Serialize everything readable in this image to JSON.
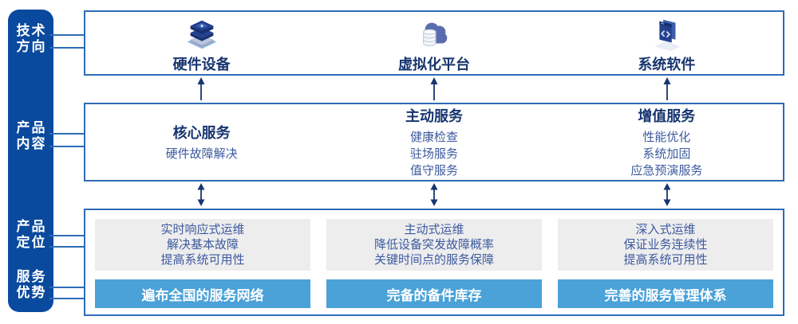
{
  "colors": {
    "sidebar_blue": "#0a4a9e",
    "box_border_blue": "#2e6cb5",
    "heading_navy": "#17356f",
    "body_blue": "#3d5a9e",
    "gray_box": "#ededee",
    "highlight_bar_blue": "#4aa2d9",
    "bar_text": "#ffffff"
  },
  "sidebar": {
    "labels": [
      {
        "id": "tech-direction",
        "lines": [
          "技术",
          "方向"
        ]
      },
      {
        "id": "product-content",
        "lines": [
          "产品",
          "内容"
        ]
      },
      {
        "id": "product-positioning",
        "lines": [
          "产品",
          "定位"
        ]
      },
      {
        "id": "service-advantage",
        "lines": [
          "服务",
          "优势"
        ]
      }
    ]
  },
  "top_row": {
    "items": [
      {
        "icon": "server-stack-icon",
        "label": "硬件设备"
      },
      {
        "icon": "cloud-database-icon",
        "label": "虚拟化平台"
      },
      {
        "icon": "software-window-icon",
        "label": "系统软件"
      }
    ]
  },
  "middle_row": {
    "columns": [
      {
        "title": "核心服务",
        "items": [
          "硬件故障解决"
        ]
      },
      {
        "title": "主动服务",
        "items": [
          "健康检查",
          "驻场服务",
          "值守服务"
        ]
      },
      {
        "title": "增值服务",
        "items": [
          "性能优化",
          "系统加固",
          "应急预演服务"
        ]
      }
    ]
  },
  "bottom_row": {
    "columns": [
      {
        "points": [
          "实时响应式运维",
          "解决基本故障",
          "提高系统可用性"
        ],
        "highlight": "遍布全国的服务网络"
      },
      {
        "points": [
          "主动式运维",
          "降低设备突发故障概率",
          "关键时间点的服务保障"
        ],
        "highlight": "完备的备件库存"
      },
      {
        "points": [
          "深入式运维",
          "保证业务连续性",
          "提高系统可用性"
        ],
        "highlight": "完善的服务管理体系"
      }
    ]
  }
}
